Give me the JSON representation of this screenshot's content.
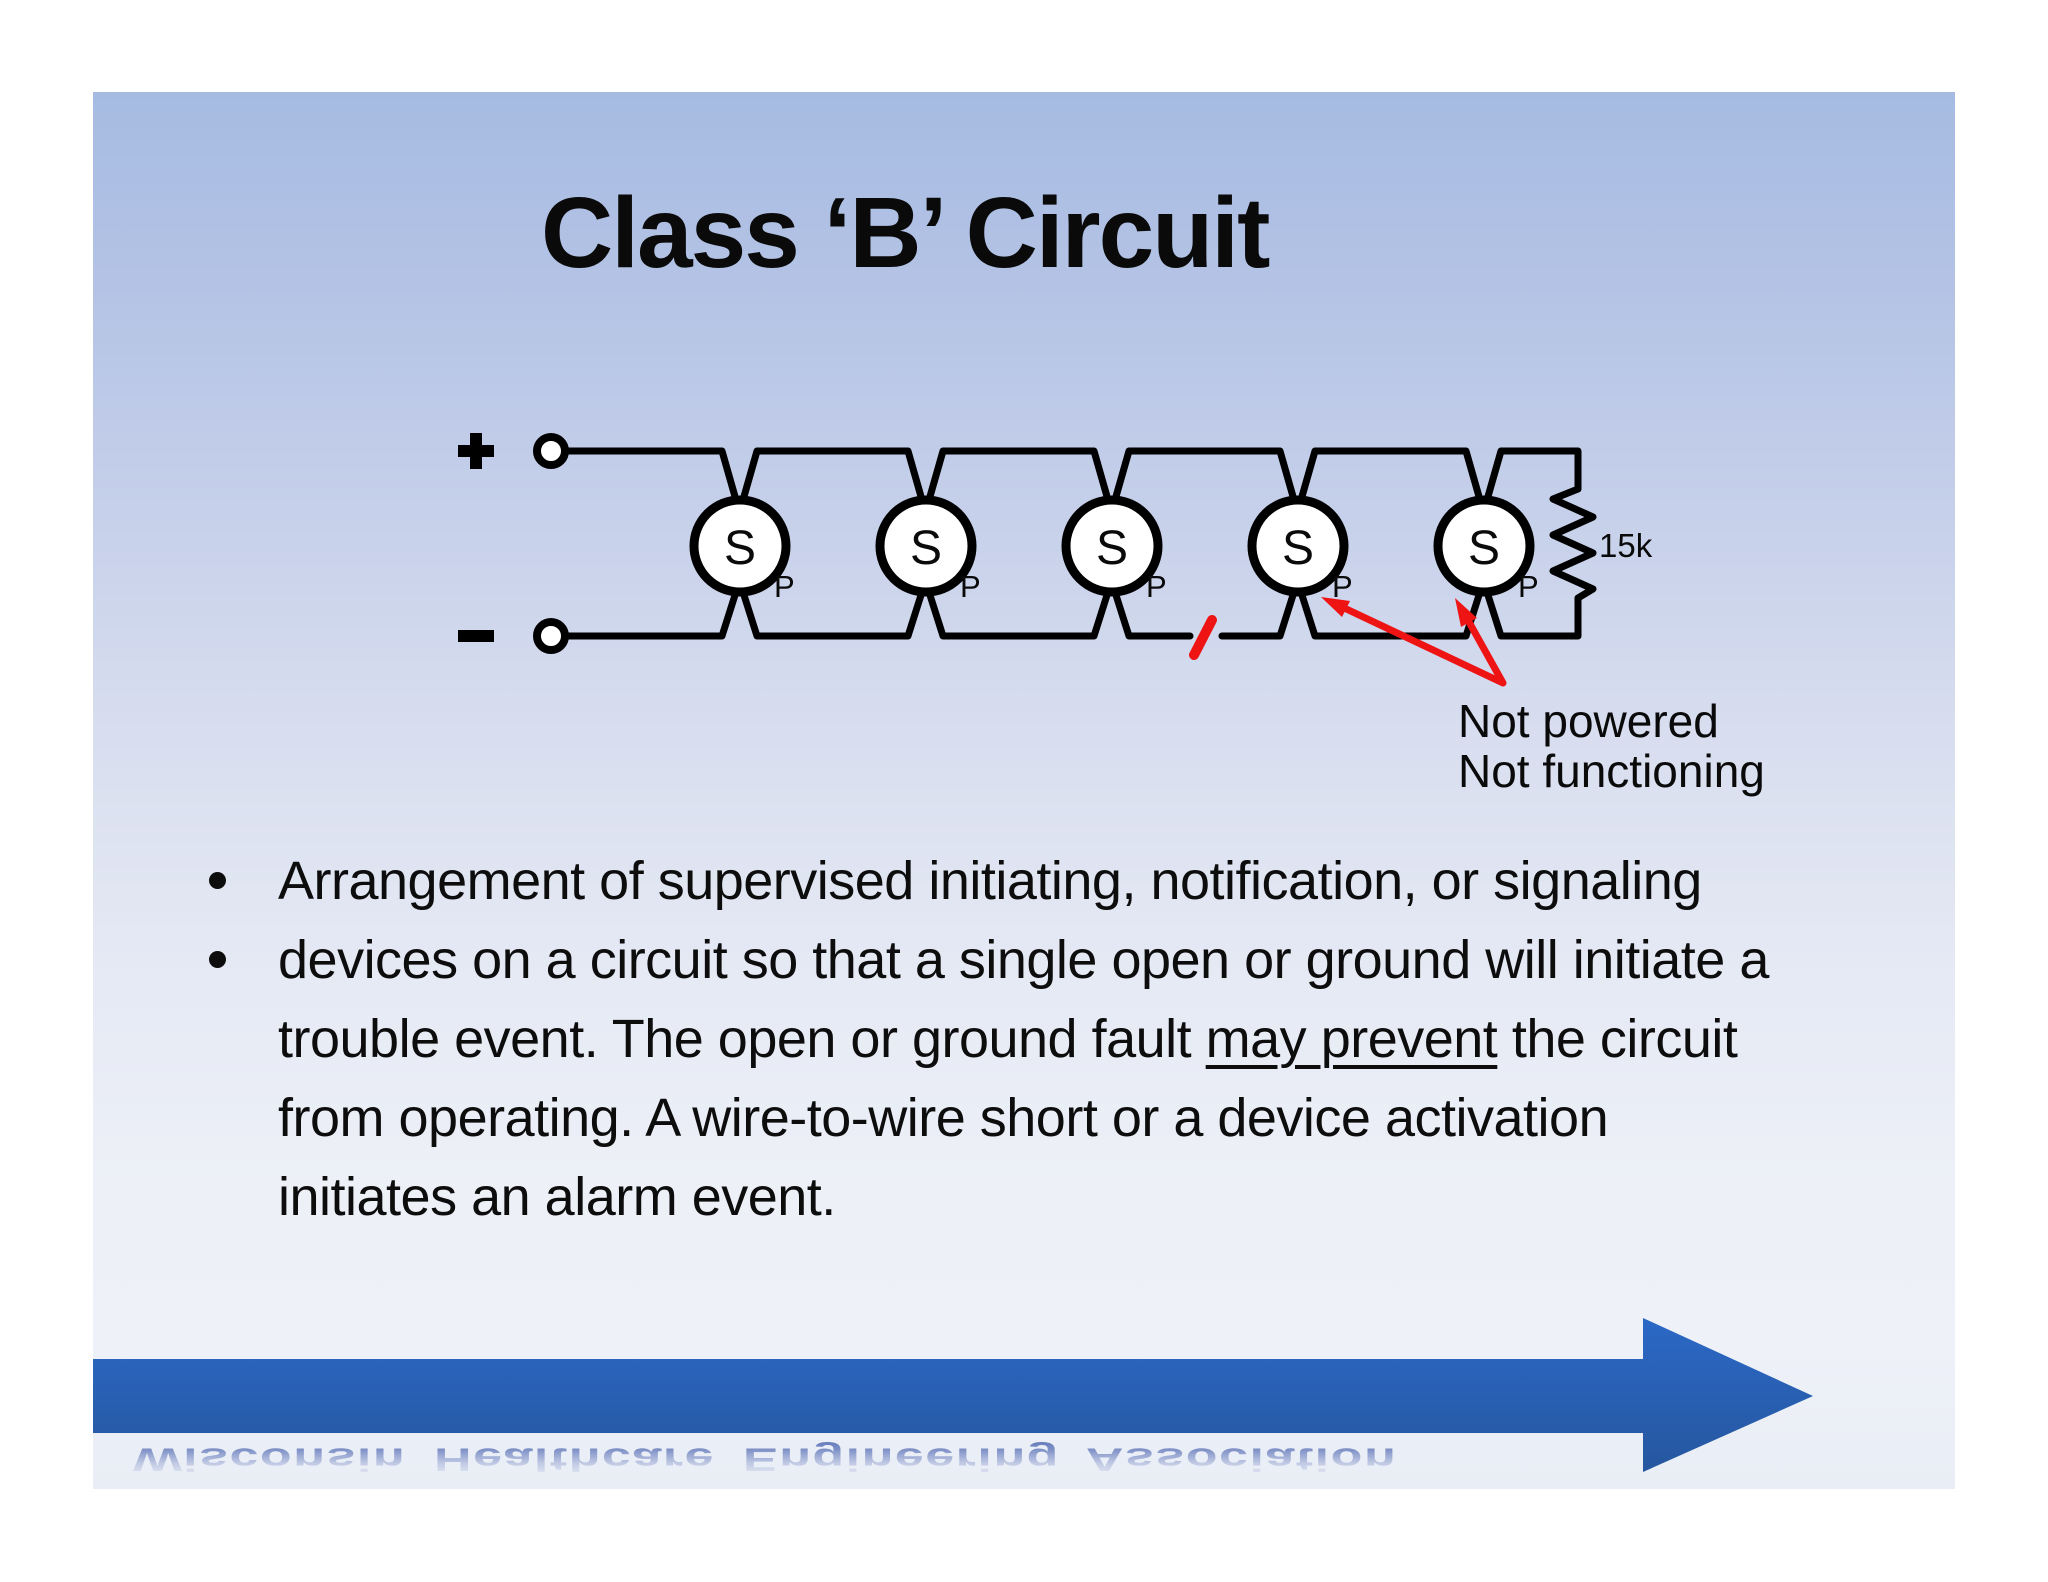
{
  "slide": {
    "title": "Class ‘B’ Circuit",
    "diagram": {
      "plus_label": "+",
      "minus_label": "−",
      "devices": [
        {
          "label": "S",
          "sub": "P"
        },
        {
          "label": "S",
          "sub": "P"
        },
        {
          "label": "S",
          "sub": "P"
        },
        {
          "label": "S",
          "sub": "P"
        },
        {
          "label": "S",
          "sub": "P"
        }
      ],
      "resistor_label": "15k",
      "annotation": {
        "line1": "Not powered",
        "line2": "Not functioning"
      }
    },
    "bullets": {
      "lines": [
        {
          "bullet": true,
          "pre": "Arrangement of supervised initiating, notification, or signaling",
          "u": "",
          "post": ""
        },
        {
          "bullet": true,
          "pre": "devices on a circuit so that a single open or ground will initiate a",
          "u": "",
          "post": ""
        },
        {
          "bullet": false,
          "pre": "trouble event.  The open or ground fault ",
          "u": "may prevent",
          "post": " the circuit"
        },
        {
          "bullet": false,
          "pre": "from operating.  A wire-to-wire short or a device activation",
          "u": "",
          "post": ""
        },
        {
          "bullet": false,
          "pre": "initiates an alarm event.",
          "u": "",
          "post": ""
        }
      ]
    },
    "footer_reflection": "Wisconsin Healthcare Engineering Association",
    "colors": {
      "arrow_blue": "#2a63bd",
      "red": "#ee1414",
      "wire_black": "#000000"
    }
  }
}
